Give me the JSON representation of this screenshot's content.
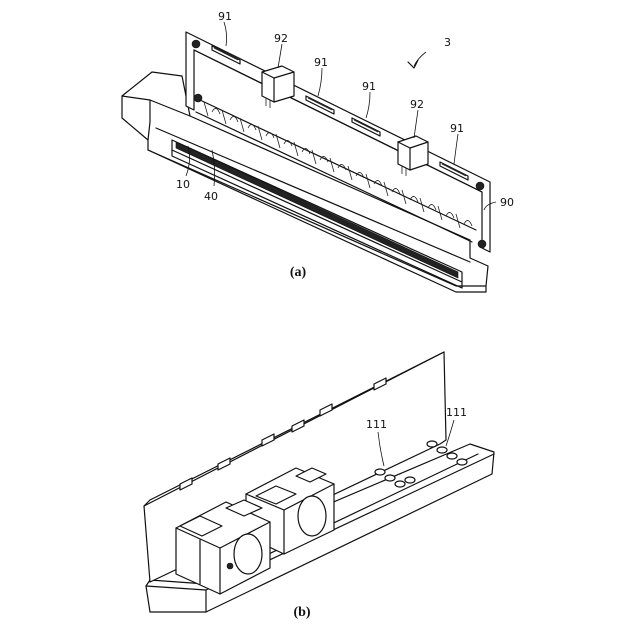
{
  "figure_a": {
    "caption": "(a)",
    "labels": {
      "ref_3": "3",
      "ref_91_a": "91",
      "ref_91_b": "91",
      "ref_91_c": "91",
      "ref_91_d": "91",
      "ref_92_a": "92",
      "ref_92_b": "92",
      "ref_10": "10",
      "ref_40": "40",
      "ref_90": "90"
    }
  },
  "figure_b": {
    "caption": "(b)",
    "labels": {
      "ref_111_a": "111",
      "ref_111_b": "111"
    }
  }
}
